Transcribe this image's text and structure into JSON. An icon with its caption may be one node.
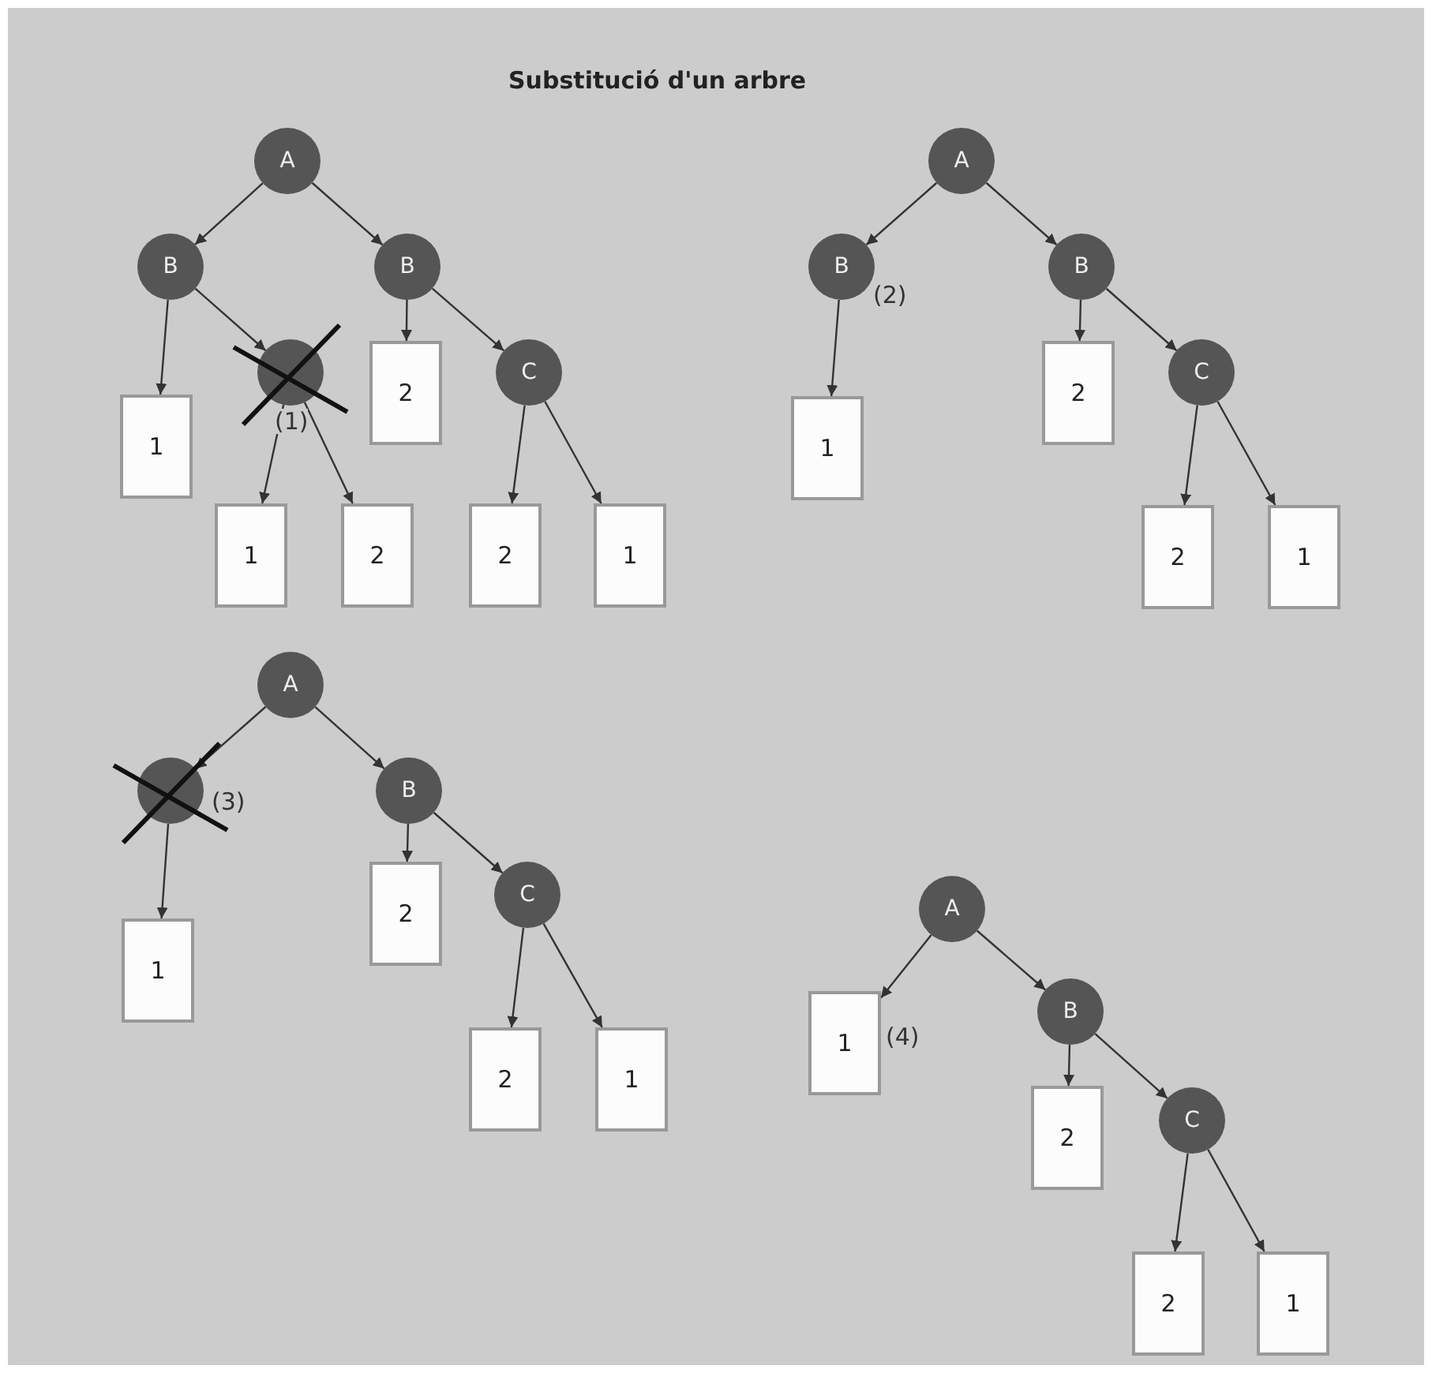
{
  "diagram": {
    "title": "Substitució d'un arbre",
    "nodes": [
      {
        "text": [
          "A"
        ]
      },
      {
        "text": [
          "B"
        ]
      },
      {
        "text": [
          "B"
        ]
      },
      {
        "text": [
          "1"
        ]
      },
      {
        "text": [],
        "shape": "circle",
        "beside": [
          "(1)"
        ]
      },
      {
        "text": [
          "2"
        ]
      },
      {
        "text": [
          "C"
        ]
      },
      {
        "text": [
          "1"
        ]
      },
      {
        "text": [
          "2"
        ]
      },
      {
        "text": [
          "2"
        ]
      },
      {
        "text": [
          "1"
        ]
      },
      {
        "text": [
          "A"
        ]
      },
      {
        "text": [
          "B"
        ],
        "beside": [
          "(2)"
        ]
      },
      {
        "text": [
          "B"
        ]
      },
      {
        "text": [
          "1"
        ]
      },
      {
        "text": [
          "2"
        ]
      },
      {
        "text": [
          "C"
        ]
      },
      {
        "text": [
          "2"
        ]
      },
      {
        "text": [
          "1"
        ]
      },
      {
        "text": [
          "A"
        ]
      },
      {
        "text": [],
        "shape": "circle",
        "beside": [
          "(3)"
        ]
      },
      {
        "text": [
          "B"
        ]
      },
      {
        "text": [
          "1"
        ]
      },
      {
        "text": [
          "2"
        ]
      },
      {
        "text": [
          "C"
        ]
      },
      {
        "text": [
          "2"
        ]
      },
      {
        "text": [
          "1"
        ]
      },
      {
        "text": [
          "A"
        ]
      },
      {
        "text": [
          "1"
        ],
        "beside": [
          "(4)"
        ]
      },
      {
        "text": [
          "B"
        ]
      },
      {
        "text": [
          "2"
        ]
      },
      {
        "text": [
          "C"
        ]
      },
      {
        "text": [
          "2"
        ]
      },
      {
        "text": [
          "1"
        ]
      }
    ],
    "edges": [
      {
        "from": 0,
        "to": 1,
        "arrow": "to"
      },
      {
        "from": 0,
        "to": 2,
        "arrow": "to"
      },
      {
        "from": 1,
        "to": 3,
        "arrow": "to"
      },
      {
        "from": 1,
        "to": 4,
        "arrow": "to"
      },
      {
        "from": 2,
        "to": 5,
        "arrow": "to"
      },
      {
        "from": 2,
        "to": 6,
        "arrow": "to"
      },
      {
        "from": 4,
        "to": 7,
        "arrow": "to"
      },
      {
        "from": 4,
        "to": 8,
        "arrow": "to"
      },
      {
        "from": 6,
        "to": 9,
        "arrow": "to"
      },
      {
        "from": 6,
        "to": 10,
        "arrow": "to"
      },
      {
        "from": 11,
        "to": 12,
        "arrow": "to"
      },
      {
        "from": 11,
        "to": 13,
        "arrow": "to"
      },
      {
        "from": 12,
        "to": 14,
        "arrow": "to"
      },
      {
        "from": 13,
        "to": 15,
        "arrow": "to"
      },
      {
        "from": 13,
        "to": 16,
        "arrow": "to"
      },
      {
        "from": 16,
        "to": 17,
        "arrow": "to"
      },
      {
        "from": 16,
        "to": 18,
        "arrow": "to"
      },
      {
        "from": 19,
        "to": 20,
        "arrow": "to"
      },
      {
        "from": 19,
        "to": 21,
        "arrow": "to"
      },
      {
        "from": 20,
        "to": 22,
        "arrow": "to"
      },
      {
        "from": 21,
        "to": 23,
        "arrow": "to"
      },
      {
        "from": 21,
        "to": 24,
        "arrow": "to"
      },
      {
        "from": 24,
        "to": 25,
        "arrow": "to"
      },
      {
        "from": 24,
        "to": 26,
        "arrow": "to"
      },
      {
        "from": 27,
        "to": 28,
        "arrow": "to"
      },
      {
        "from": 27,
        "to": 29,
        "arrow": "to"
      },
      {
        "from": 29,
        "to": 30,
        "arrow": "to"
      },
      {
        "from": 29,
        "to": 31,
        "arrow": "to"
      },
      {
        "from": 31,
        "to": 32,
        "arrow": "to"
      },
      {
        "from": 31,
        "to": 33,
        "arrow": "to"
      }
    ]
  }
}
